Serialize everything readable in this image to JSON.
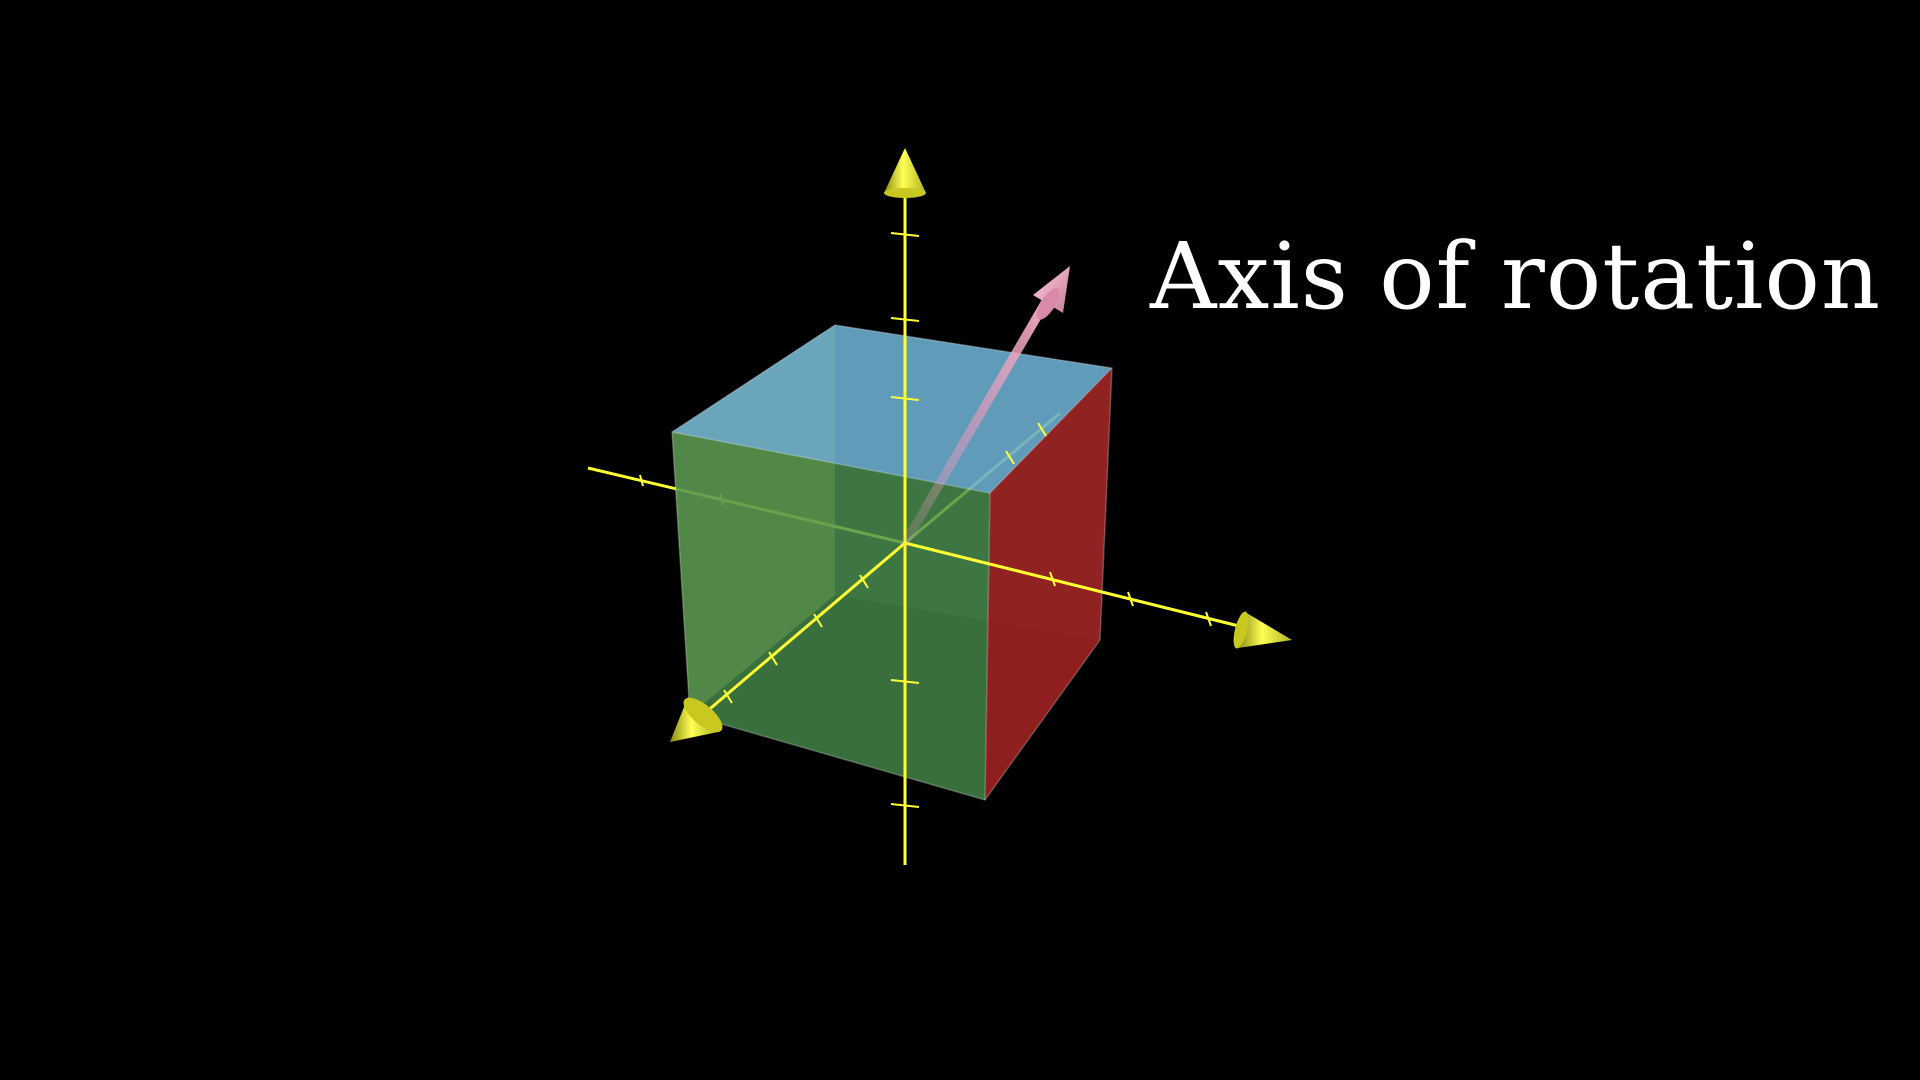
{
  "scene": {
    "background": "#000000",
    "caption": "Axis of rotation",
    "colors": {
      "axes": "#ffff33",
      "rotation_axis": "#ee99bb",
      "cube_top": "#6fb3d6",
      "cube_front": "#4f8f4f",
      "cube_left": "#8a8a3a",
      "cube_right": "#b02828"
    },
    "icons": {
      "axis_tips": "cone-arrowheads",
      "rotation_tip": "cone-arrowhead"
    }
  }
}
